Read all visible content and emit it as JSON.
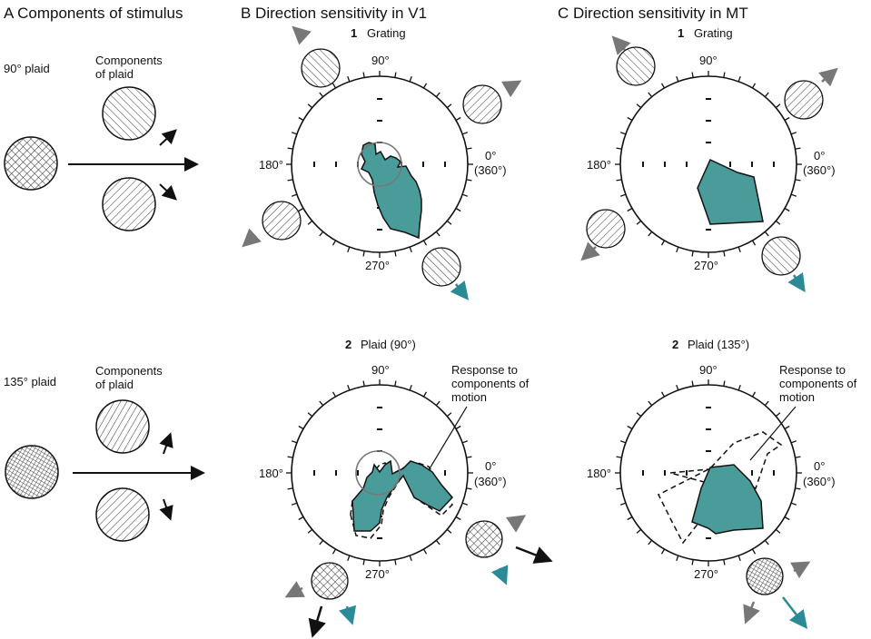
{
  "panels": {
    "a": {
      "title": "A  Components of stimulus",
      "plaid90_label": "90° plaid",
      "plaid135_label": "135° plaid",
      "components_line1": "Components",
      "components_line2": "of plaid"
    },
    "b": {
      "title": "B  Direction sensitivity in V1",
      "grating_num": "1",
      "grating_label": "Grating",
      "plaid_num": "2",
      "plaid_label": "Plaid (90°)"
    },
    "c": {
      "title": "C  Direction sensitivity in MT",
      "grating_num": "1",
      "grating_label": "Grating",
      "plaid_num": "2",
      "plaid_label": "Plaid (135°)"
    }
  },
  "axis_labels": {
    "deg90": "90°",
    "deg180": "180°",
    "deg270": "270°",
    "deg0": "0°",
    "deg360": "(360°)"
  },
  "annotation": {
    "line1": "Response to",
    "line2": "components of",
    "line3": "motion"
  },
  "colors": {
    "teal_fill": "#4a9c9a",
    "teal_arrow": "#2a8a96",
    "gray_arrow": "#777777",
    "ink": "#111111"
  }
}
